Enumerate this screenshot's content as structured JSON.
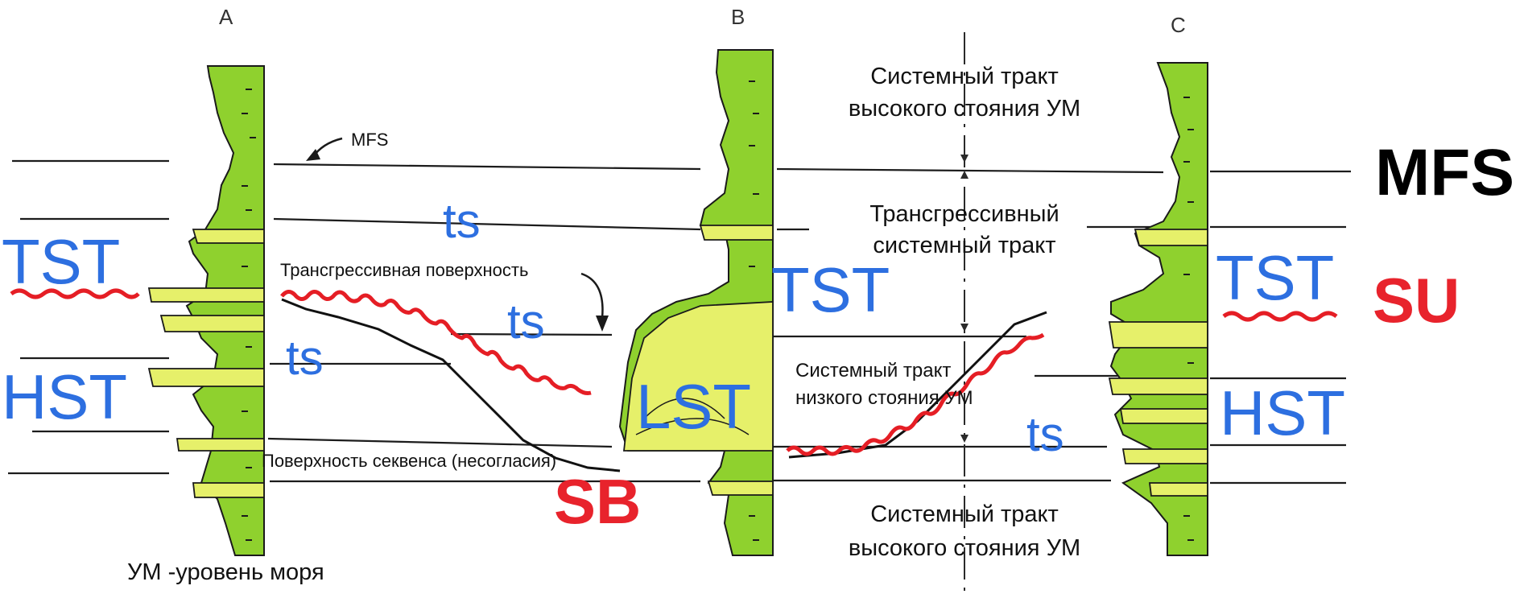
{
  "columns": {
    "a": {
      "letter": "A"
    },
    "b": {
      "letter": "B"
    },
    "c": {
      "letter": "C"
    }
  },
  "labels": {
    "mfs_small": "MFS",
    "mfs_big": "MFS",
    "transgressive_surface": "Трансгрессивная поверхность",
    "sequence_surface": "Поверхность секвенса (несогласия)",
    "sb": "SB",
    "su": "SU",
    "ts_1": "ts",
    "ts_2": "ts",
    "ts_3": "ts",
    "ts_4": "ts",
    "tst_left": "TST",
    "hst_left": "HST",
    "tst_mid": "TST",
    "lst": "LST",
    "tst_right": "TST",
    "hst_right": "HST"
  },
  "tracts": {
    "high_top_line1": "Системный тракт",
    "high_top_line2": "высокого стояния УМ",
    "trans_line1": "Трансгрессивный",
    "trans_line2": "системный тракт",
    "low_line1": "Системный тракт",
    "low_line2": "низкого стояния УМ",
    "high_bottom_line1": "Системный тракт",
    "high_bottom_line2": "высокого стояния УМ"
  },
  "footer": "УМ -уровень моря",
  "colors": {
    "green": "#8fd12e",
    "yellow": "#e6f06a",
    "blue_label": "#2d6fe0",
    "red_label": "#e8232c"
  }
}
